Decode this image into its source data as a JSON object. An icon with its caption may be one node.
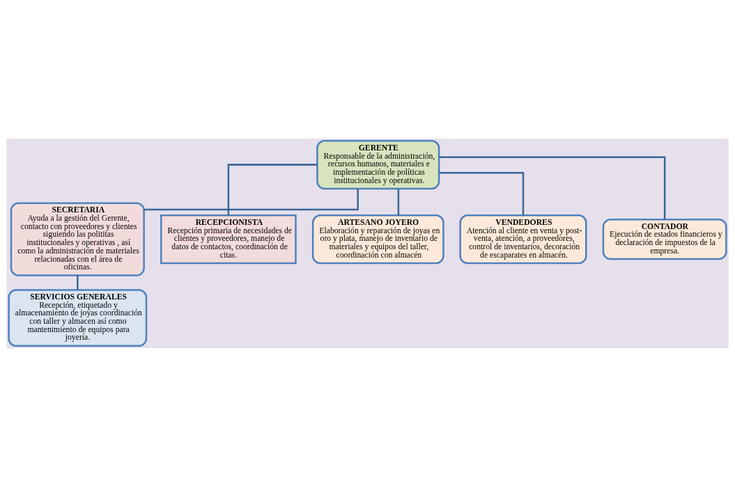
{
  "diagram": {
    "nodes": [
      {
        "text": [
          "GERENTE",
          "Responsable de la administración, recursos humanos, materiales e implementación de políticas institucionales y operativas."
        ]
      },
      {
        "text": [
          "SECRETARIA",
          "Ayuda a la gestión del Gerente, contacto con proveedores y clientes siguiendo las polititas institucionales y operativas , así como la administración de materiales relacionadas con el área de oficinas."
        ]
      },
      {
        "text": [
          "RECEPCIONISTA",
          "Recepción primaria de necesidades de clientes y proveedores, manejo de datos de contactos, coordinación de citas."
        ]
      },
      {
        "text": [
          "SERVICIOS GENERALES",
          "Recepción, etiquetado y almacenamiento de joyas coordinación con taller y almacen así como mantenimiento de equipos para joyería."
        ]
      },
      {
        "text": [
          "ARTESANO JOYERO",
          "Elaboración y reparación de joyas en oro y plata, manejo de inventario de materiales y equipos del taller, coordinación con almacén"
        ]
      },
      {
        "text": [
          "VENDEDORES",
          "Atención al cliente en venta y post-venta, atención, a proveedores, control de inventarios, decoración de escaparates en almacén."
        ]
      },
      {
        "text": [
          "CONTADOR",
          "Ejecución de estados financieros y declaración de impuestos de la empresa."
        ]
      }
    ],
    "edges": [
      {
        "from": 0,
        "to": 1,
        "arrow": "none"
      },
      {
        "from": 0,
        "to": 2,
        "arrow": "none"
      },
      {
        "from": 1,
        "to": 3,
        "arrow": "none"
      },
      {
        "from": 0,
        "to": 4,
        "arrow": "none"
      },
      {
        "from": 0,
        "to": 5,
        "arrow": "none"
      },
      {
        "from": 0,
        "to": 6,
        "arrow": "none"
      }
    ]
  }
}
